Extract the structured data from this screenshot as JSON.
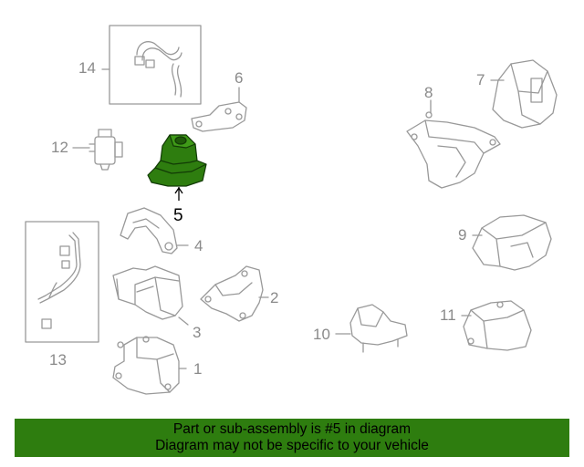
{
  "callouts": {
    "c1": "1",
    "c2": "2",
    "c3": "3",
    "c4": "4",
    "c5": "5",
    "c6": "6",
    "c7": "7",
    "c8": "8",
    "c9": "9",
    "c10": "10",
    "c11": "11",
    "c12": "12",
    "c13": "13",
    "c14": "14"
  },
  "highlight": {
    "part": "5",
    "color": "#2e7d0f"
  },
  "banner": {
    "line1": "Part or sub-assembly is #5 in diagram",
    "line2": "Diagram may not be specific to your vehicle",
    "color": "#2e7d0f"
  }
}
